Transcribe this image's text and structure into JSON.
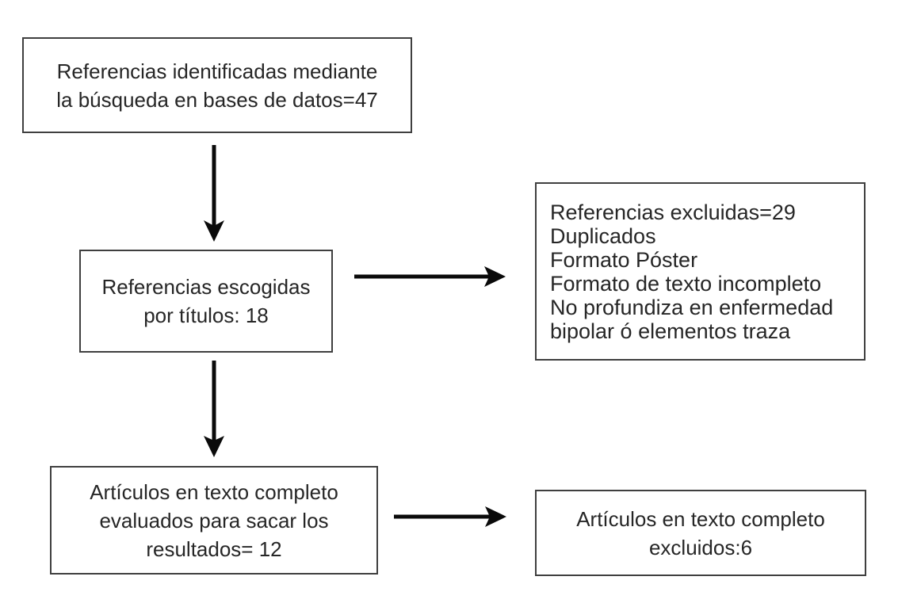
{
  "flowchart": {
    "type": "prisma-flow-diagram",
    "language": "es",
    "background_color": "#ffffff",
    "box_border_color": "#3f3f3f",
    "text_color": "#262626",
    "arrow_color": "#0a0a0a",
    "nodes": [
      {
        "id": "identified",
        "lines": [
          "Referencias identificadas mediante",
          "la búsqueda en bases de datos=47"
        ],
        "count": 47
      },
      {
        "id": "screened",
        "lines": [
          "Referencias escogidas",
          "por títulos: 18"
        ],
        "count": 18
      },
      {
        "id": "excluded-title",
        "lines": [
          "Referencias excluidas=29",
          "Duplicados",
          "Formato Póster",
          "Formato de texto incompleto",
          "No profundiza en enfermedad",
          "bipolar ó elementos traza"
        ],
        "count": 29
      },
      {
        "id": "fulltext",
        "lines": [
          "Artículos en texto completo",
          "evaluados para sacar los",
          "resultados= 12"
        ],
        "count": 12
      },
      {
        "id": "fulltext-excluded",
        "lines": [
          "Artículos en texto completo",
          "excluidos:6"
        ],
        "count": 6
      }
    ],
    "edges": [
      {
        "from": "identified",
        "to": "screened",
        "direction": "down"
      },
      {
        "from": "screened",
        "to": "excluded-title",
        "direction": "right"
      },
      {
        "from": "screened",
        "to": "fulltext",
        "direction": "down"
      },
      {
        "from": "fulltext",
        "to": "fulltext-excluded",
        "direction": "right"
      }
    ]
  }
}
